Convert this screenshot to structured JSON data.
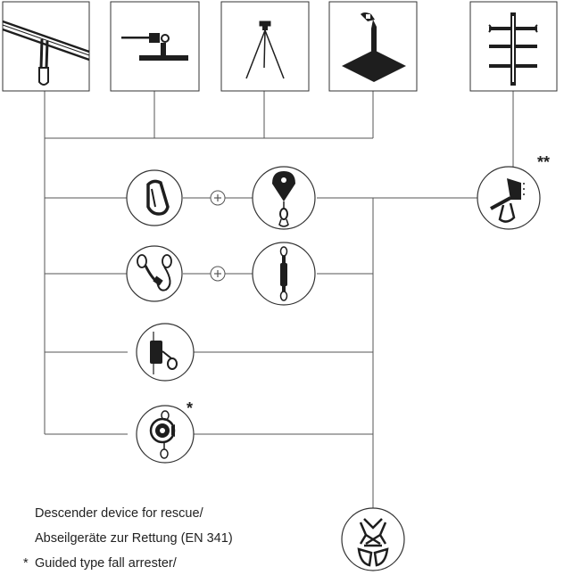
{
  "notes": {
    "line1": "Descender device for rescue/",
    "line2": "Abseilgeräte zur Rettung (EN 341)",
    "line3_marker": "*",
    "line3": "Guided type fall arrester/"
  },
  "markers": {
    "single": "*",
    "double": "**"
  },
  "icons": {
    "anchors": [
      "anchor-sling-icon",
      "beam-clamp-icon",
      "tripod-icon",
      "davit-icon",
      "vertical-rail-icon"
    ],
    "devices": [
      "carabiner-icon",
      "retractable-lifeline-icon",
      "lanyard-icon",
      "energy-absorber-icon",
      "descender-icon",
      "guided-fall-arrester-icon",
      "rail-slider-icon",
      "harness-icon"
    ],
    "connectors": [
      "plus-icon"
    ]
  },
  "colors": {
    "line": "#555555",
    "icon": "#1e1e1e",
    "background": "#ffffff"
  }
}
